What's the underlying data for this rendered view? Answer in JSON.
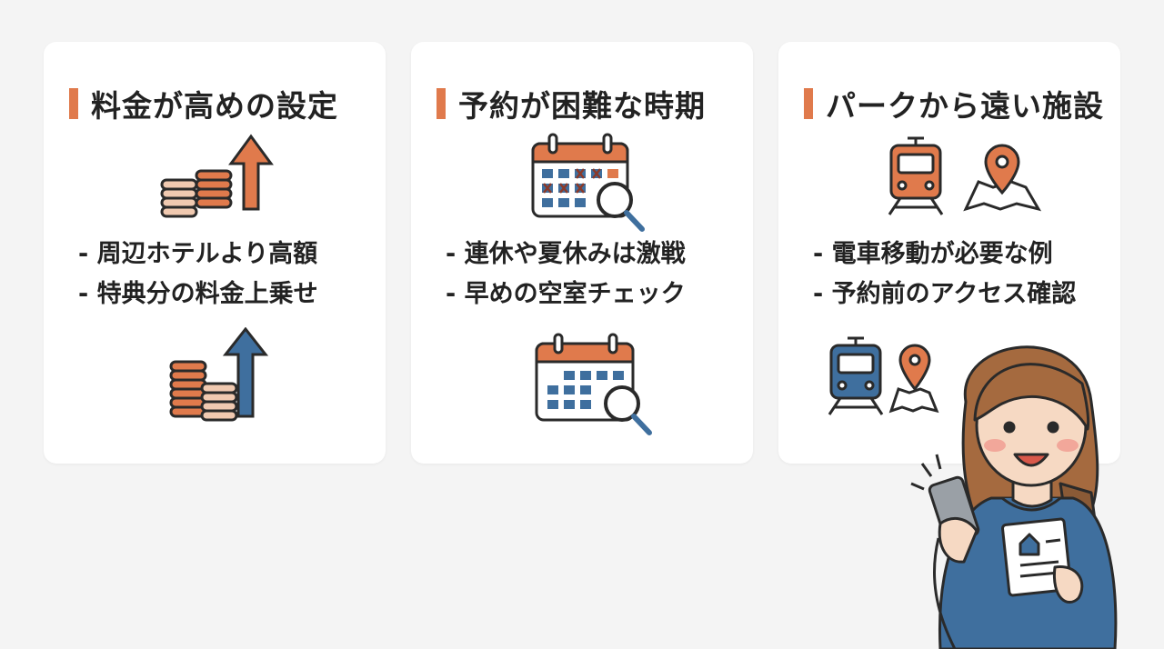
{
  "colors": {
    "accent": "#e07a4c",
    "blue": "#3f6f9e",
    "outline": "#2a2a2a",
    "peach": "#f0c9b0"
  },
  "cards": [
    {
      "title": "料金が高めの設定",
      "icons": [
        "coins-arrow-up-icon",
        "coins-arrow-up-icon"
      ],
      "bullets": [
        "- 周辺ホテルより高額",
        "- 特典分の料金上乗せ"
      ]
    },
    {
      "title": "予約が困難な時期",
      "icons": [
        "calendar-search-icon",
        "calendar-search-icon"
      ],
      "bullets": [
        "- 連休や夏休みは激戦",
        "- 早めの空室チェック"
      ]
    },
    {
      "title": "パークから遠い施設",
      "icons": [
        "train-icon",
        "map-pin-icon"
      ],
      "bullets": [
        "- 電車移動が必要な例",
        "- 予約前のアクセス確認"
      ]
    }
  ]
}
